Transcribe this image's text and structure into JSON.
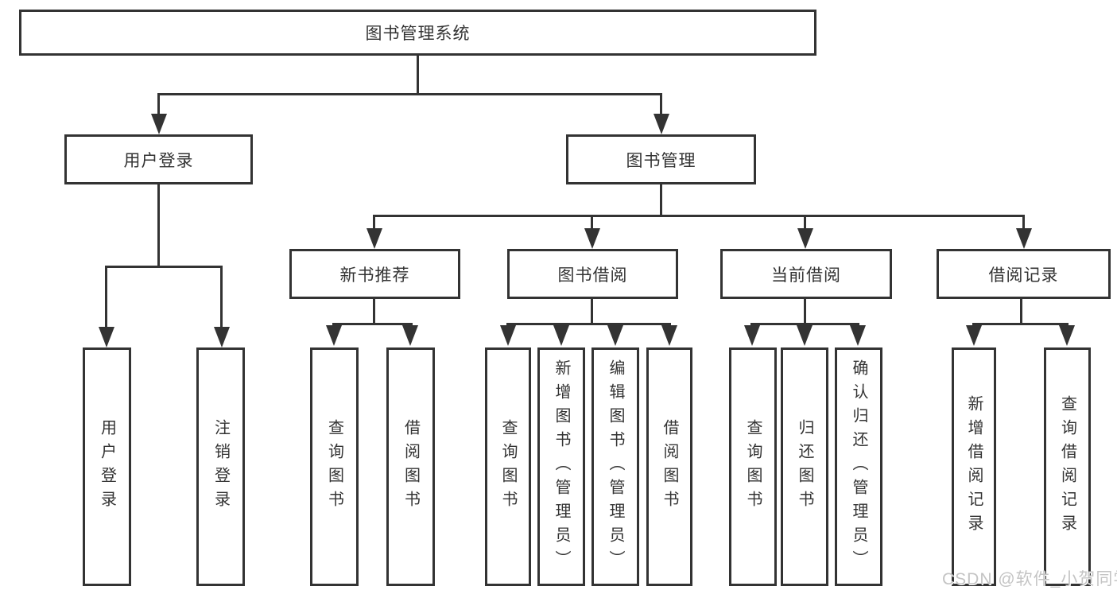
{
  "diagram": {
    "watermark": "CSDN @软件_小贺同学",
    "colors": {
      "line": "#333333",
      "text": "#333333",
      "background": "#ffffff",
      "watermark_text": "#c4c4c4"
    },
    "nodes": {
      "root": "图书管理系统",
      "user_login": "用户登录",
      "book_mgmt": "图书管理",
      "new_book": "新书推荐",
      "book_borrow": "图书借阅",
      "current_borrow": "当前借阅",
      "borrow_record": "借阅记录",
      "leaf_user_login": "用户登录",
      "leaf_logout": "注销登录",
      "leaf_nb_query": "查询图书",
      "leaf_nb_borrow": "借阅图书",
      "leaf_bb_query": "查询图书",
      "leaf_bb_add": "新增图书（管理员）",
      "leaf_bb_edit": "编辑图书（管理员）",
      "leaf_bb_borrow": "借阅图书",
      "leaf_cb_query": "查询图书",
      "leaf_cb_return": "归还图书",
      "leaf_cb_confirm": "确认归还（管理员）",
      "leaf_br_add": "新增借阅记录",
      "leaf_br_query": "查询借阅记录"
    },
    "hierarchy": {
      "图书管理系统": {
        "用户登录": [
          "用户登录",
          "注销登录"
        ],
        "图书管理": {
          "新书推荐": [
            "查询图书",
            "借阅图书"
          ],
          "图书借阅": [
            "查询图书",
            "新增图书（管理员）",
            "编辑图书（管理员）",
            "借阅图书"
          ],
          "当前借阅": [
            "查询图书",
            "归还图书",
            "确认归还（管理员）"
          ],
          "借阅记录": [
            "新增借阅记录",
            "查询借阅记录"
          ]
        }
      }
    }
  }
}
